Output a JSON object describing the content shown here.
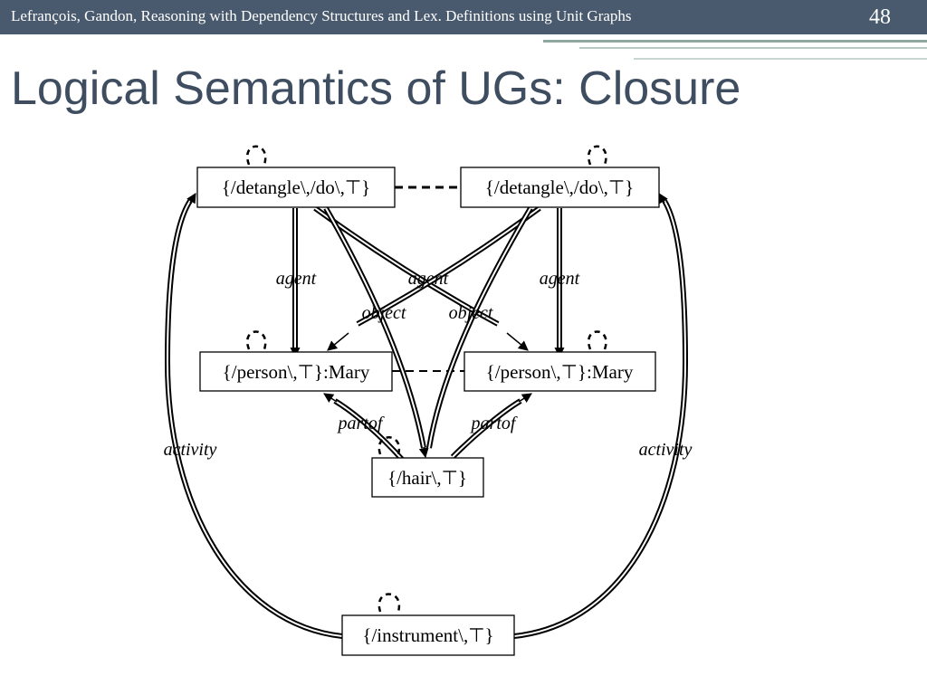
{
  "header": {
    "text": "Lefrançois, Gandon, Reasoning  with Dependency  Structures and Lex. Definitions using Unit Graphs",
    "slide_number": "48"
  },
  "title": "Logical Semantics of UGs: Closure",
  "diagram": {
    "nodes": {
      "detangle_left": "{/detangle\\,/do\\,⊤}",
      "detangle_right": "{/detangle\\,/do\\,⊤}",
      "person_left": "{/person\\,⊤}:Mary",
      "person_right": "{/person\\,⊤}:Mary",
      "hair": "{/hair\\,⊤}",
      "instrument": "{/instrument\\,⊤}"
    },
    "edge_labels": {
      "agent_left": "agent",
      "agent_middle": "agent",
      "agent_right": "agent",
      "object_left": "object",
      "object_right": "object",
      "partof_left": "partof",
      "partof_right": "partof",
      "activity_left": "activity",
      "activity_right": "activity"
    }
  }
}
